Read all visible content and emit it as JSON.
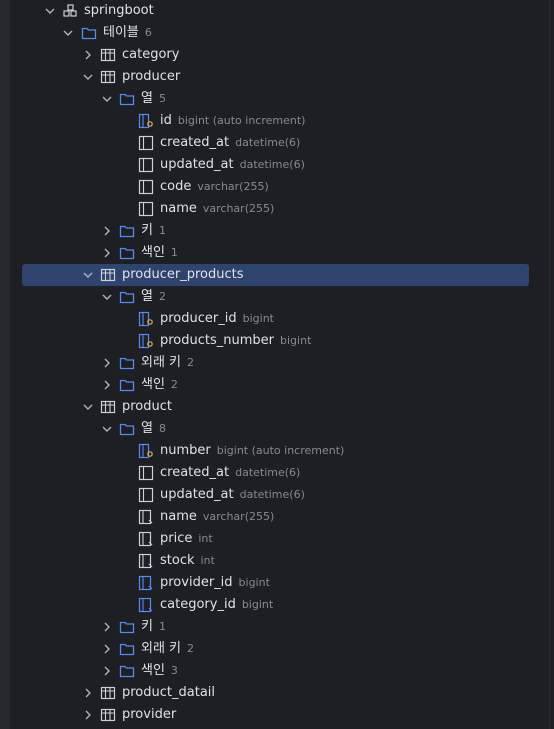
{
  "tree": {
    "db": {
      "label": "springboot"
    },
    "tables_folder": {
      "label": "테이블",
      "count": "6"
    },
    "category": {
      "label": "category"
    },
    "producer": {
      "label": "producer",
      "columns_folder": {
        "label": "열",
        "count": "5"
      },
      "columns": [
        {
          "name": "id",
          "type": "bigint (auto increment)"
        },
        {
          "name": "created_at",
          "type": "datetime(6)"
        },
        {
          "name": "updated_at",
          "type": "datetime(6)"
        },
        {
          "name": "code",
          "type": "varchar(255)"
        },
        {
          "name": "name",
          "type": "varchar(255)"
        }
      ],
      "keys_folder": {
        "label": "키",
        "count": "1"
      },
      "indexes_folder": {
        "label": "색인",
        "count": "1"
      }
    },
    "producer_products": {
      "label": "producer_products",
      "columns_folder": {
        "label": "열",
        "count": "2"
      },
      "columns": [
        {
          "name": "producer_id",
          "type": "bigint"
        },
        {
          "name": "products_number",
          "type": "bigint"
        }
      ],
      "fkeys_folder": {
        "label": "외래 키",
        "count": "2"
      },
      "indexes_folder": {
        "label": "색인",
        "count": "2"
      }
    },
    "product": {
      "label": "product",
      "columns_folder": {
        "label": "열",
        "count": "8"
      },
      "columns": [
        {
          "name": "number",
          "type": "bigint (auto increment)"
        },
        {
          "name": "created_at",
          "type": "datetime(6)"
        },
        {
          "name": "updated_at",
          "type": "datetime(6)"
        },
        {
          "name": "name",
          "type": "varchar(255)"
        },
        {
          "name": "price",
          "type": "int"
        },
        {
          "name": "stock",
          "type": "int"
        },
        {
          "name": "provider_id",
          "type": "bigint"
        },
        {
          "name": "category_id",
          "type": "bigint"
        }
      ],
      "keys_folder": {
        "label": "키",
        "count": "1"
      },
      "fkeys_folder": {
        "label": "외래 키",
        "count": "2"
      },
      "indexes_folder": {
        "label": "색인",
        "count": "3"
      }
    },
    "product_datail": {
      "label": "product_datail"
    },
    "provider": {
      "label": "provider"
    }
  },
  "colors": {
    "folder": "#548af7",
    "selection": "#2e436e",
    "meta": "#868a91",
    "key": "#e0b34b"
  }
}
